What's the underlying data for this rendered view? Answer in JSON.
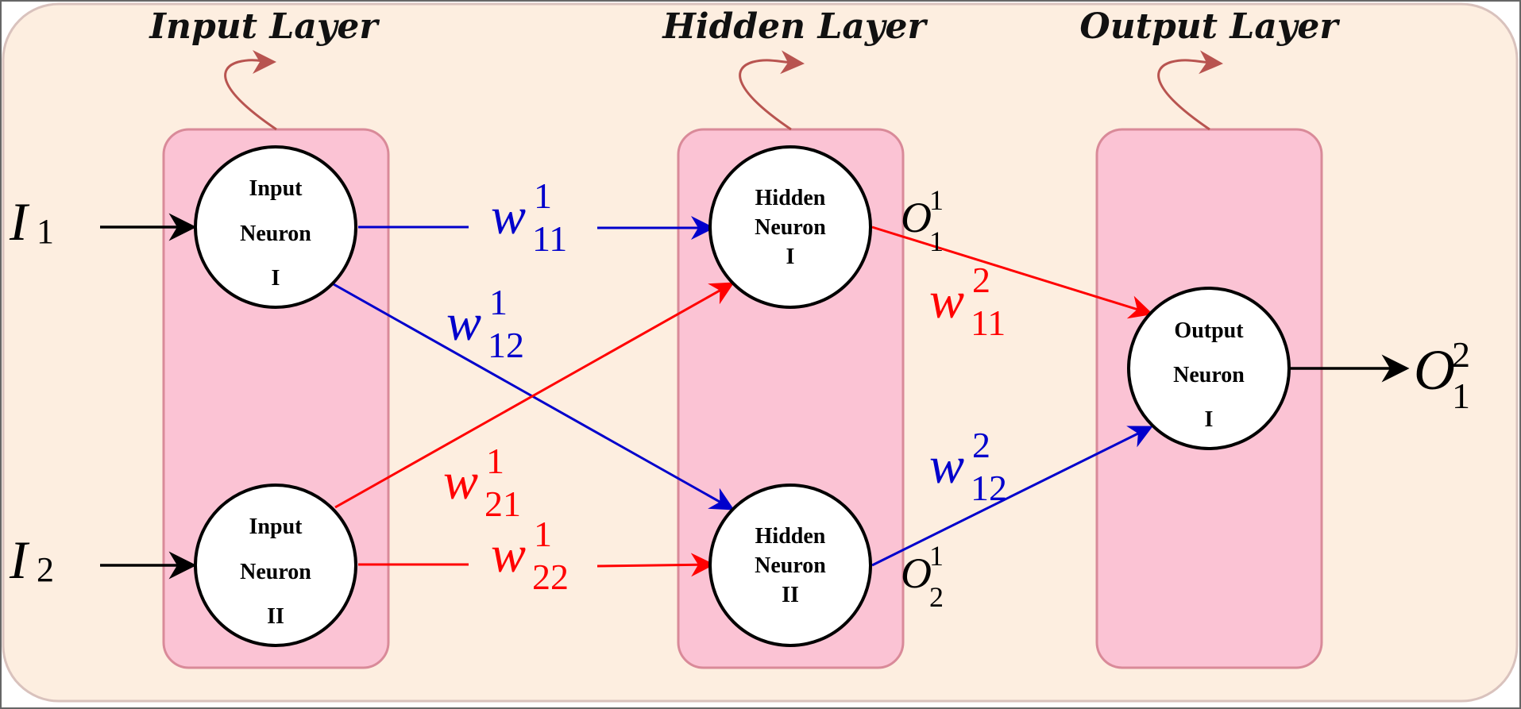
{
  "layers": [
    {
      "title": "Input Layer"
    },
    {
      "title": "Hidden Layer"
    },
    {
      "title": "Output Layer"
    }
  ],
  "neurons": {
    "input_1": [
      "Input",
      "Neuron",
      "I"
    ],
    "input_2": [
      "Input",
      "Neuron",
      "II"
    ],
    "hidden_1": [
      "Hidden",
      "Neuron",
      "I"
    ],
    "hidden_2": [
      "Hidden",
      "Neuron",
      "II"
    ],
    "output_1": [
      "Output",
      "Neuron",
      "I"
    ]
  },
  "inputs": {
    "i1": {
      "base": "I",
      "sub": "1"
    },
    "i2": {
      "base": "I",
      "sub": "2"
    }
  },
  "outputs": {
    "o11": {
      "base": "O",
      "sub": "1",
      "sup": "1"
    },
    "o21": {
      "base": "O",
      "sub": "2",
      "sup": "1"
    },
    "o12": {
      "base": "O",
      "sub": "1",
      "sup": "2"
    }
  },
  "weights": {
    "w11_1": {
      "base": "w",
      "sub": "11",
      "sup": "1"
    },
    "w12_1": {
      "base": "w",
      "sub": "12",
      "sup": "1"
    },
    "w21_1": {
      "base": "w",
      "sub": "21",
      "sup": "1"
    },
    "w22_1": {
      "base": "w",
      "sub": "22",
      "sup": "1"
    },
    "w11_2": {
      "base": "w",
      "sub": "11",
      "sup": "2"
    },
    "w12_2": {
      "base": "w",
      "sub": "12",
      "sup": "2"
    }
  },
  "colors": {
    "background_panel": "#fdeee0",
    "layer_box": "#fbc3d4",
    "layer_box_border": "#d98a99",
    "curly_arrow": "#b85450",
    "blue": "#0000cc",
    "red": "#ff0000",
    "black": "#000000"
  }
}
